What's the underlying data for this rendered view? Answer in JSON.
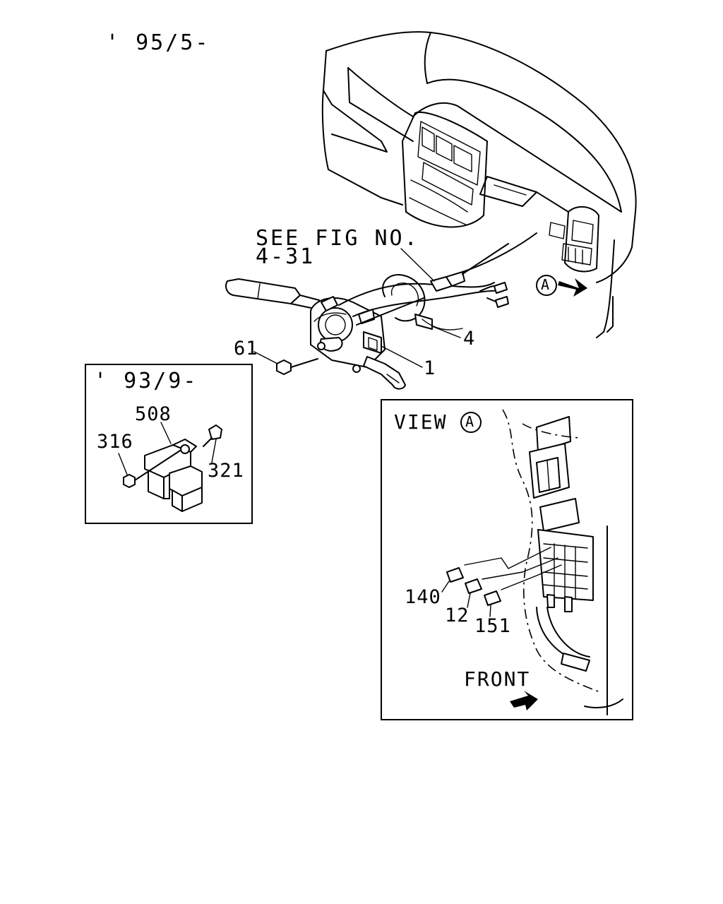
{
  "header": {
    "date_code": "' 95/5-"
  },
  "main_figure": {
    "see_fig_line1": "SEE FIG NO.",
    "see_fig_line2": "4-31",
    "view_marker": "A",
    "callouts": {
      "p4": "4",
      "p1": "1",
      "p61": "61"
    }
  },
  "inset_left": {
    "date_code": "' 93/9-",
    "callouts": {
      "p508": "508",
      "p316": "316",
      "p321": "321"
    }
  },
  "inset_view": {
    "title": "VIEW",
    "marker": "A",
    "callouts": {
      "p140": "140",
      "p12": "12",
      "p151": "151"
    },
    "front_label": "FRONT"
  }
}
